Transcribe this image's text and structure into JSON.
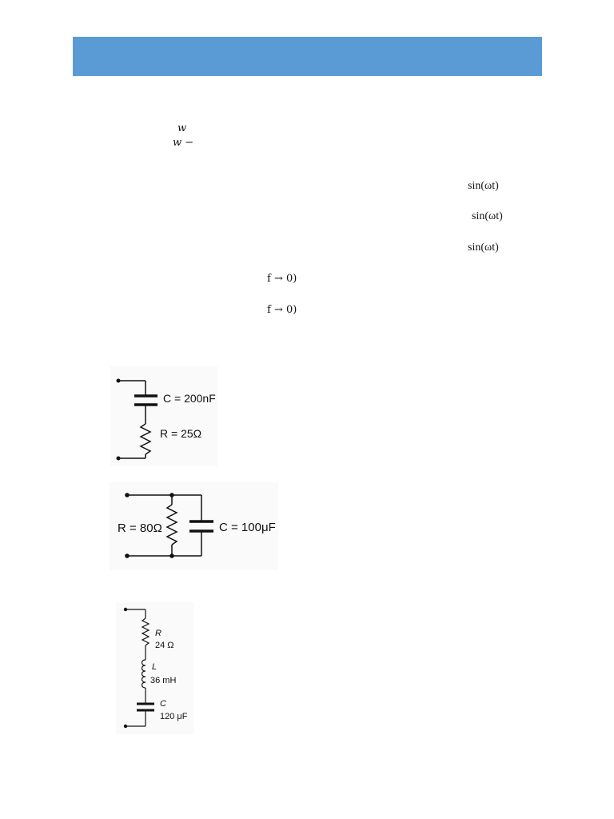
{
  "header": {
    "bar_color": "#5b9bd5"
  },
  "fragments": {
    "w1": "w",
    "w2": "w  −",
    "sin1": "sin(ωt)",
    "sin2": "sin(ωt)",
    "sin3": "sin(ωt)",
    "lim1": "f → 0)",
    "lim2": "f → 0)"
  },
  "circuit1": {
    "c_label": "C = 200nF",
    "r_label": "R = 25Ω"
  },
  "circuit2": {
    "r_label": "R = 80Ω",
    "c_label": "C = 100μF"
  },
  "circuit3": {
    "r_name": "R",
    "r_value": "24 Ω",
    "l_name": "L",
    "l_value": "36 mH",
    "c_name": "C",
    "c_value": "120 μF"
  }
}
